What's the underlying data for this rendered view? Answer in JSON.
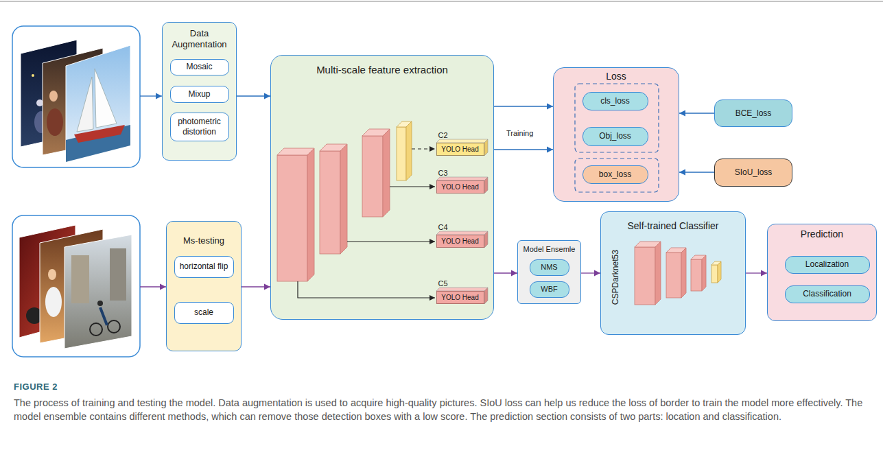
{
  "diagram": {
    "title": "FIGURE 2",
    "caption": "The process of training and testing the model. Data augmentation is used to acquire high-quality pictures. SIoU loss can help us reduce the loss of border to train the model more effectively. The model ensemble contains different methods, which can remove those detection boxes with a low score. The prediction section consists of two parts: location and classification.",
    "nodes": [
      {
        "text": [
          "Data Augmentation"
        ]
      },
      {
        "text": [
          "Mosaic"
        ],
        "in": 0
      },
      {
        "text": [
          "Mixup"
        ],
        "in": 0
      },
      {
        "text": [
          "photometric distortion"
        ],
        "in": 0
      },
      {
        "text": [
          "Ms-testing"
        ]
      },
      {
        "text": [
          "horizontal flip"
        ],
        "in": 4
      },
      {
        "text": [
          "scale"
        ],
        "in": 4
      },
      {
        "text": [
          "Multi-scale feature extraction"
        ]
      },
      {
        "text": [
          "C2",
          "YOLO Head"
        ],
        "in": 7
      },
      {
        "text": [
          "C3",
          "YOLO Head"
        ],
        "in": 7
      },
      {
        "text": [
          "C4",
          "YOLO Head"
        ],
        "in": 7
      },
      {
        "text": [
          "C5",
          "YOLO Head"
        ],
        "in": 7
      },
      {
        "text": [
          "Loss"
        ]
      },
      {
        "text": [
          "cls_loss"
        ],
        "in": 12
      },
      {
        "text": [
          "Obj_loss"
        ],
        "in": 12
      },
      {
        "text": [
          "box_loss"
        ],
        "in": 12
      },
      {
        "text": [
          "BCE_loss"
        ]
      },
      {
        "text": [
          "SIoU_loss"
        ]
      },
      {
        "text": [
          "Model Ensemle"
        ]
      },
      {
        "text": [
          "NMS"
        ],
        "in": 18
      },
      {
        "text": [
          "WBF"
        ],
        "in": 18
      },
      {
        "text": [
          "Self-trained Classifier",
          "CSPDarknet53"
        ]
      },
      {
        "text": [
          "Prediction"
        ]
      },
      {
        "text": [
          "Localization"
        ],
        "in": 22
      },
      {
        "text": [
          "Classification"
        ],
        "in": 22
      }
    ],
    "edges": [
      {
        "from": 0,
        "to": 7,
        "arrow": "to"
      },
      {
        "from": 4,
        "to": 7,
        "arrow": "to"
      },
      {
        "from": 7,
        "to": 12,
        "arrow": "to"
      },
      {
        "from": 8,
        "to": 12,
        "arrow": "to"
      },
      {
        "from": 16,
        "to": 12,
        "arrow": "to"
      },
      {
        "from": 17,
        "to": 12,
        "arrow": "to"
      },
      {
        "from": 7,
        "to": 18,
        "arrow": "to"
      },
      {
        "from": 18,
        "to": 21,
        "arrow": "to"
      },
      {
        "from": 21,
        "to": 22,
        "arrow": "to"
      }
    ],
    "labels": [
      "Training"
    ]
  }
}
